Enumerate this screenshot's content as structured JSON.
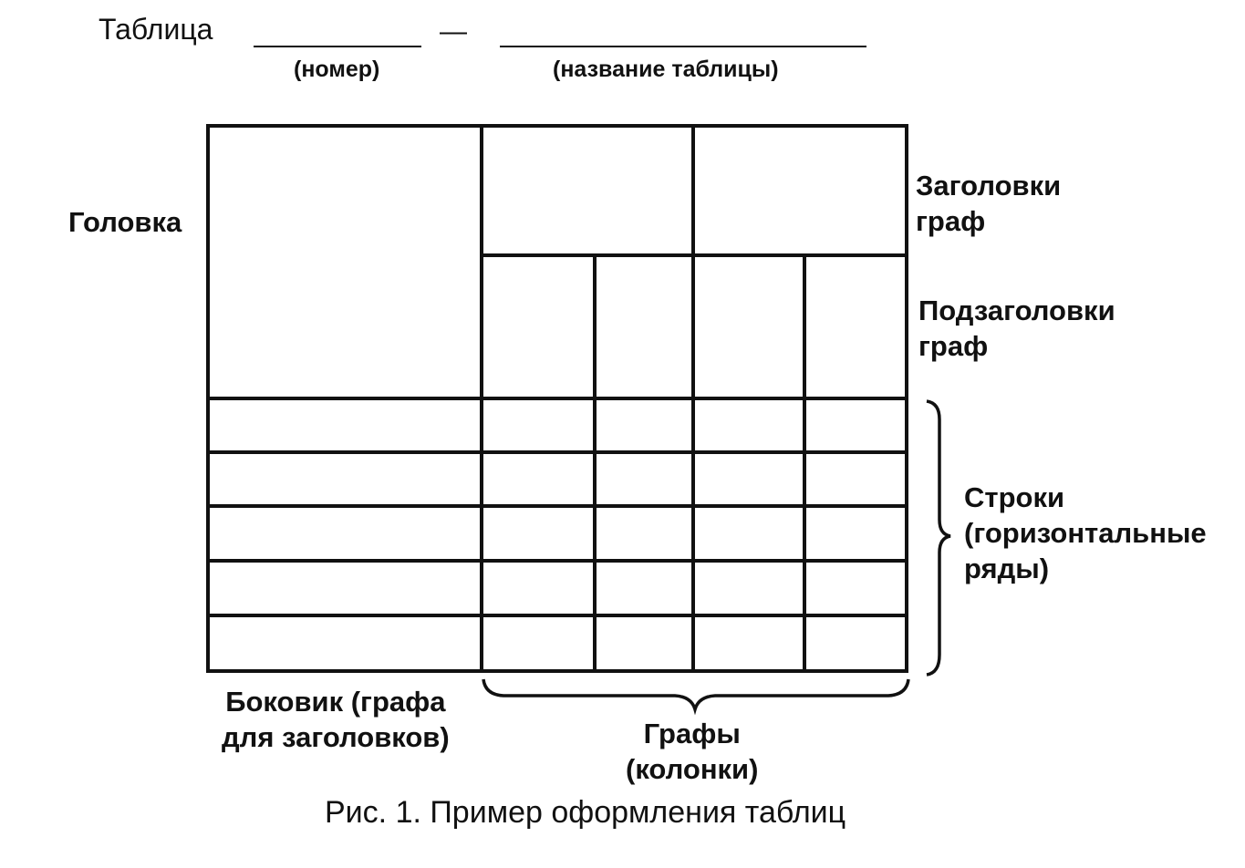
{
  "header": {
    "table_word": "Таблица",
    "dash": "—",
    "number_hint": "(номер)",
    "name_hint": "(название таблицы)"
  },
  "labels": {
    "head": "Головка",
    "column_headings": "Заголовки\nграф",
    "column_subheadings": "Подзаголовки\nграф",
    "rows": "Строки\n(горизонтальные\nряды)",
    "stub": "Боковик (графа\nдля заголовков)",
    "columns": "Графы\n(колонки)"
  },
  "caption": "Рис. 1. Пример оформления таблиц",
  "colors": {
    "ink": "#111111",
    "paper": "#ffffff"
  }
}
